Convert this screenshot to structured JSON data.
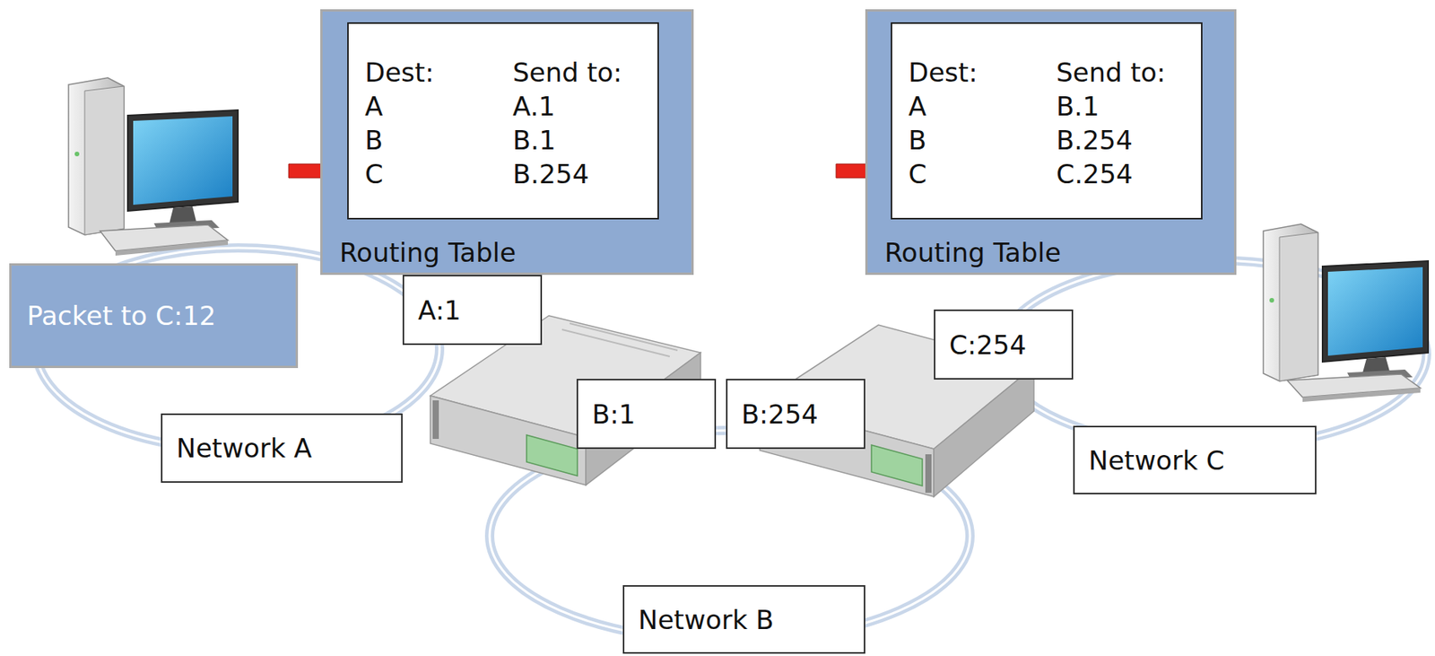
{
  "diagram": {
    "nodes": [
      {
        "text": [
          "Routing Table"
        ]
      },
      {
        "text": [
          "Dest:",
          "Send to:",
          "A",
          "A.1",
          "B",
          "B.1",
          "C",
          "B.254"
        ],
        "in": 0
      },
      {
        "text": [
          "Routing Table"
        ]
      },
      {
        "text": [
          "Dest:",
          "Send to:",
          "A",
          "B.1",
          "B",
          "B.254",
          "C",
          "C.254"
        ],
        "in": 2
      },
      {
        "text": [
          "Packet to C:12"
        ]
      },
      {
        "text": [
          "A:1"
        ]
      },
      {
        "text": [
          "C:254"
        ]
      },
      {
        "text": [
          "B:1"
        ]
      },
      {
        "text": [
          "B:254"
        ]
      },
      {
        "text": [
          "Network A"
        ]
      },
      {
        "text": [
          "Network C"
        ]
      },
      {
        "text": [
          "Network B"
        ]
      }
    ]
  }
}
